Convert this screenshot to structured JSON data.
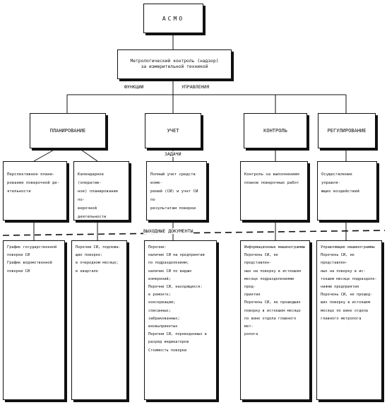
{
  "diagram": {
    "top": "АСМО",
    "control": "Метрологический контроль (надзор)\nза измерительной техникой",
    "label_functions": "ФУНКЦИИ",
    "label_management": "УПРАВЛЕНИЯ",
    "label_tasks": "ЗАДАЧИ",
    "label_output_docs": "ВЫХОДНЫЕ ДОКУМЕНТЫ",
    "functions": [
      {
        "id": "planning",
        "label": "ПЛАНИРОВАНИЕ"
      },
      {
        "id": "accounting",
        "label": "УЧЕТ"
      },
      {
        "id": "control",
        "label": "КОНТРОЛЬ"
      },
      {
        "id": "regulation",
        "label": "РЕГУЛИРОВАНИЕ"
      }
    ],
    "tasks": [
      {
        "id": "task-perspective",
        "text": "Перспективное плани-\nрование поверочной де-\nятельности"
      },
      {
        "id": "task-calendar",
        "text": "Календарное (оператив-\nное) планирование по-\nверочной деятельности"
      },
      {
        "id": "task-full-account",
        "text": "Полный учет средств изме-\nрений (СИ) и учет СИ по\nрезультатам поверки"
      },
      {
        "id": "task-control-plans",
        "text": "Контроль за выполнением\nпланов поверочных работ"
      },
      {
        "id": "task-actions",
        "text": "Осуществление управля-\nющих воздействий"
      }
    ],
    "documents": [
      {
        "id": "doc-schedules",
        "text": "График государственной\nповерки СИ\nГрафик ведомственной\nповерки СИ"
      },
      {
        "id": "doc-lists-due",
        "text": "Перечни СИ, подлежа-\nщие поверке:\nв очередном месяце;\nв квартале"
      },
      {
        "id": "doc-lists",
        "text": "Перечни:\nналичие СИ на предприятии\nпо подразделениям;\nналичие СИ по видам измерений;\nПеречни СИ, находящихся:\nв ремонте;\nконсервации;\nсписанных;\nзабракованных;\nвновьпринятых\nПеречни СИ, переведенных в\nразряд индикаторов\nСтоимость поверки"
      },
      {
        "id": "doc-info-machinegrams",
        "text": "Информационные машинограммы\nПеречень СИ, не представлен-\nных на поверку в истекшем\nмесяце подразделениями пред-\nприятия\nПеречень СИ, не прошедших\nповерку в истекшем месяце\nпо вине отдела главного мет-\nролога"
      },
      {
        "id": "doc-control-machinegrams",
        "text": "Управляющие машинограммы\nПеречень СИ, не представлен-\nных на поверку в ис-\nтекшем месяце подразделе-\nниями предприятия\nПеречень СИ, не прошед-\nших поверку в истекшем\nмесяце по вине отдела\nглавного метролога"
      }
    ]
  }
}
